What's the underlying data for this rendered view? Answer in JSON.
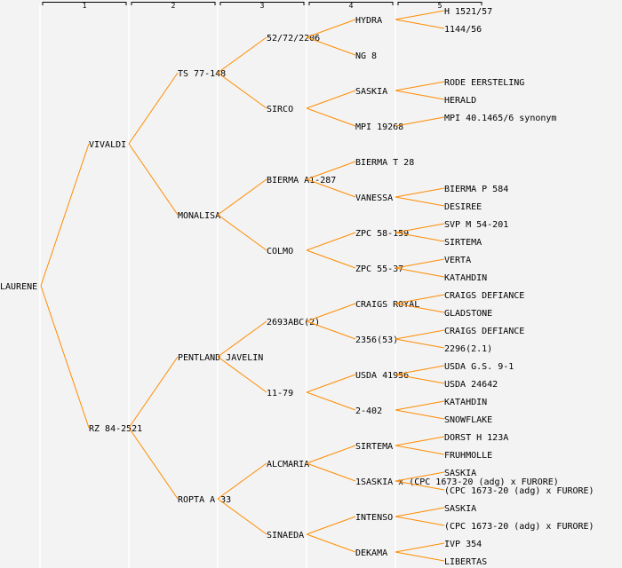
{
  "generation_headers": [
    "1",
    "2",
    "3",
    "4",
    "5"
  ],
  "colors": {
    "line": "#ff8c00",
    "text": "#000000",
    "highlight": "#0000ff",
    "background": "#f3f3f3",
    "column_divider": "#ffffff"
  },
  "tree": {
    "name": "LAURENE",
    "children": [
      {
        "name": "VIVALDI",
        "children": [
          {
            "name": "TS 77-148",
            "children": [
              {
                "name": "52/72/2206",
                "children": [
                  {
                    "name": "HYDRA",
                    "children": [
                      {
                        "name": "H 1521/57"
                      },
                      {
                        "name": "1144/56"
                      }
                    ]
                  },
                  {
                    "name": "NG 8"
                  }
                ]
              },
              {
                "name": "SIRCO",
                "children": [
                  {
                    "name": "SASKIA",
                    "children": [
                      {
                        "name": "RODE EERSTELING"
                      },
                      {
                        "name": "HERALD"
                      }
                    ]
                  },
                  {
                    "name": "MPI 19268",
                    "highlight": true,
                    "children": [
                      {
                        "name": "MPI 40.1465/6 synonym"
                      }
                    ]
                  }
                ]
              }
            ]
          },
          {
            "name": "MONALISA",
            "children": [
              {
                "name": "BIERMA A1-287",
                "children": [
                  {
                    "name": "BIERMA T 28"
                  },
                  {
                    "name": "VANESSA",
                    "children": [
                      {
                        "name": "BIERMA P 584"
                      },
                      {
                        "name": "DESIREE"
                      }
                    ]
                  }
                ]
              },
              {
                "name": "COLMO",
                "children": [
                  {
                    "name": "ZPC 58-159",
                    "children": [
                      {
                        "name": "SVP M 54-201"
                      },
                      {
                        "name": "SIRTEMA"
                      }
                    ]
                  },
                  {
                    "name": "ZPC 55-37",
                    "children": [
                      {
                        "name": "VERTA"
                      },
                      {
                        "name": "KATAHDIN"
                      }
                    ]
                  }
                ]
              }
            ]
          }
        ]
      },
      {
        "name": "RZ 84-2521",
        "children": [
          {
            "name": "PENTLAND JAVELIN",
            "children": [
              {
                "name": "2693ABC(2)",
                "children": [
                  {
                    "name": "CRAIGS ROYAL",
                    "children": [
                      {
                        "name": "CRAIGS DEFIANCE"
                      },
                      {
                        "name": "GLADSTONE"
                      }
                    ]
                  },
                  {
                    "name": "2356(53)",
                    "children": [
                      {
                        "name": "CRAIGS DEFIANCE"
                      },
                      {
                        "name": "2296(2.1)"
                      }
                    ]
                  }
                ]
              },
              {
                "name": "11-79",
                "children": [
                  {
                    "name": "USDA 41956",
                    "children": [
                      {
                        "name": "USDA G.S. 9-1"
                      },
                      {
                        "name": "USDA 24642"
                      }
                    ]
                  },
                  {
                    "name": "2-402",
                    "children": [
                      {
                        "name": "KATAHDIN"
                      },
                      {
                        "name": "SNOWFLAKE"
                      }
                    ]
                  }
                ]
              }
            ]
          },
          {
            "name": "ROPTA A 33",
            "children": [
              {
                "name": "ALCMARIA",
                "children": [
                  {
                    "name": "SIRTEMA",
                    "children": [
                      {
                        "name": "DORST H 123A"
                      },
                      {
                        "name": "FRUHMOLLE"
                      }
                    ]
                  },
                  {
                    "name": "1SASKIA x (CPC 1673-20 (adg) x FURORE)",
                    "children": [
                      {
                        "name": "SASKIA"
                      },
                      {
                        "name": "(CPC 1673-20 (adg) x FURORE)"
                      }
                    ]
                  }
                ]
              },
              {
                "name": "SINAEDA",
                "children": [
                  {
                    "name": "INTENSO",
                    "children": [
                      {
                        "name": "SASKIA"
                      },
                      {
                        "name": "(CPC 1673-20 (adg) x FURORE)"
                      }
                    ]
                  },
                  {
                    "name": "DEKAMA",
                    "children": [
                      {
                        "name": "IVP 354"
                      },
                      {
                        "name": "LIBERTAS"
                      }
                    ]
                  }
                ]
              }
            ]
          }
        ]
      }
    ]
  }
}
